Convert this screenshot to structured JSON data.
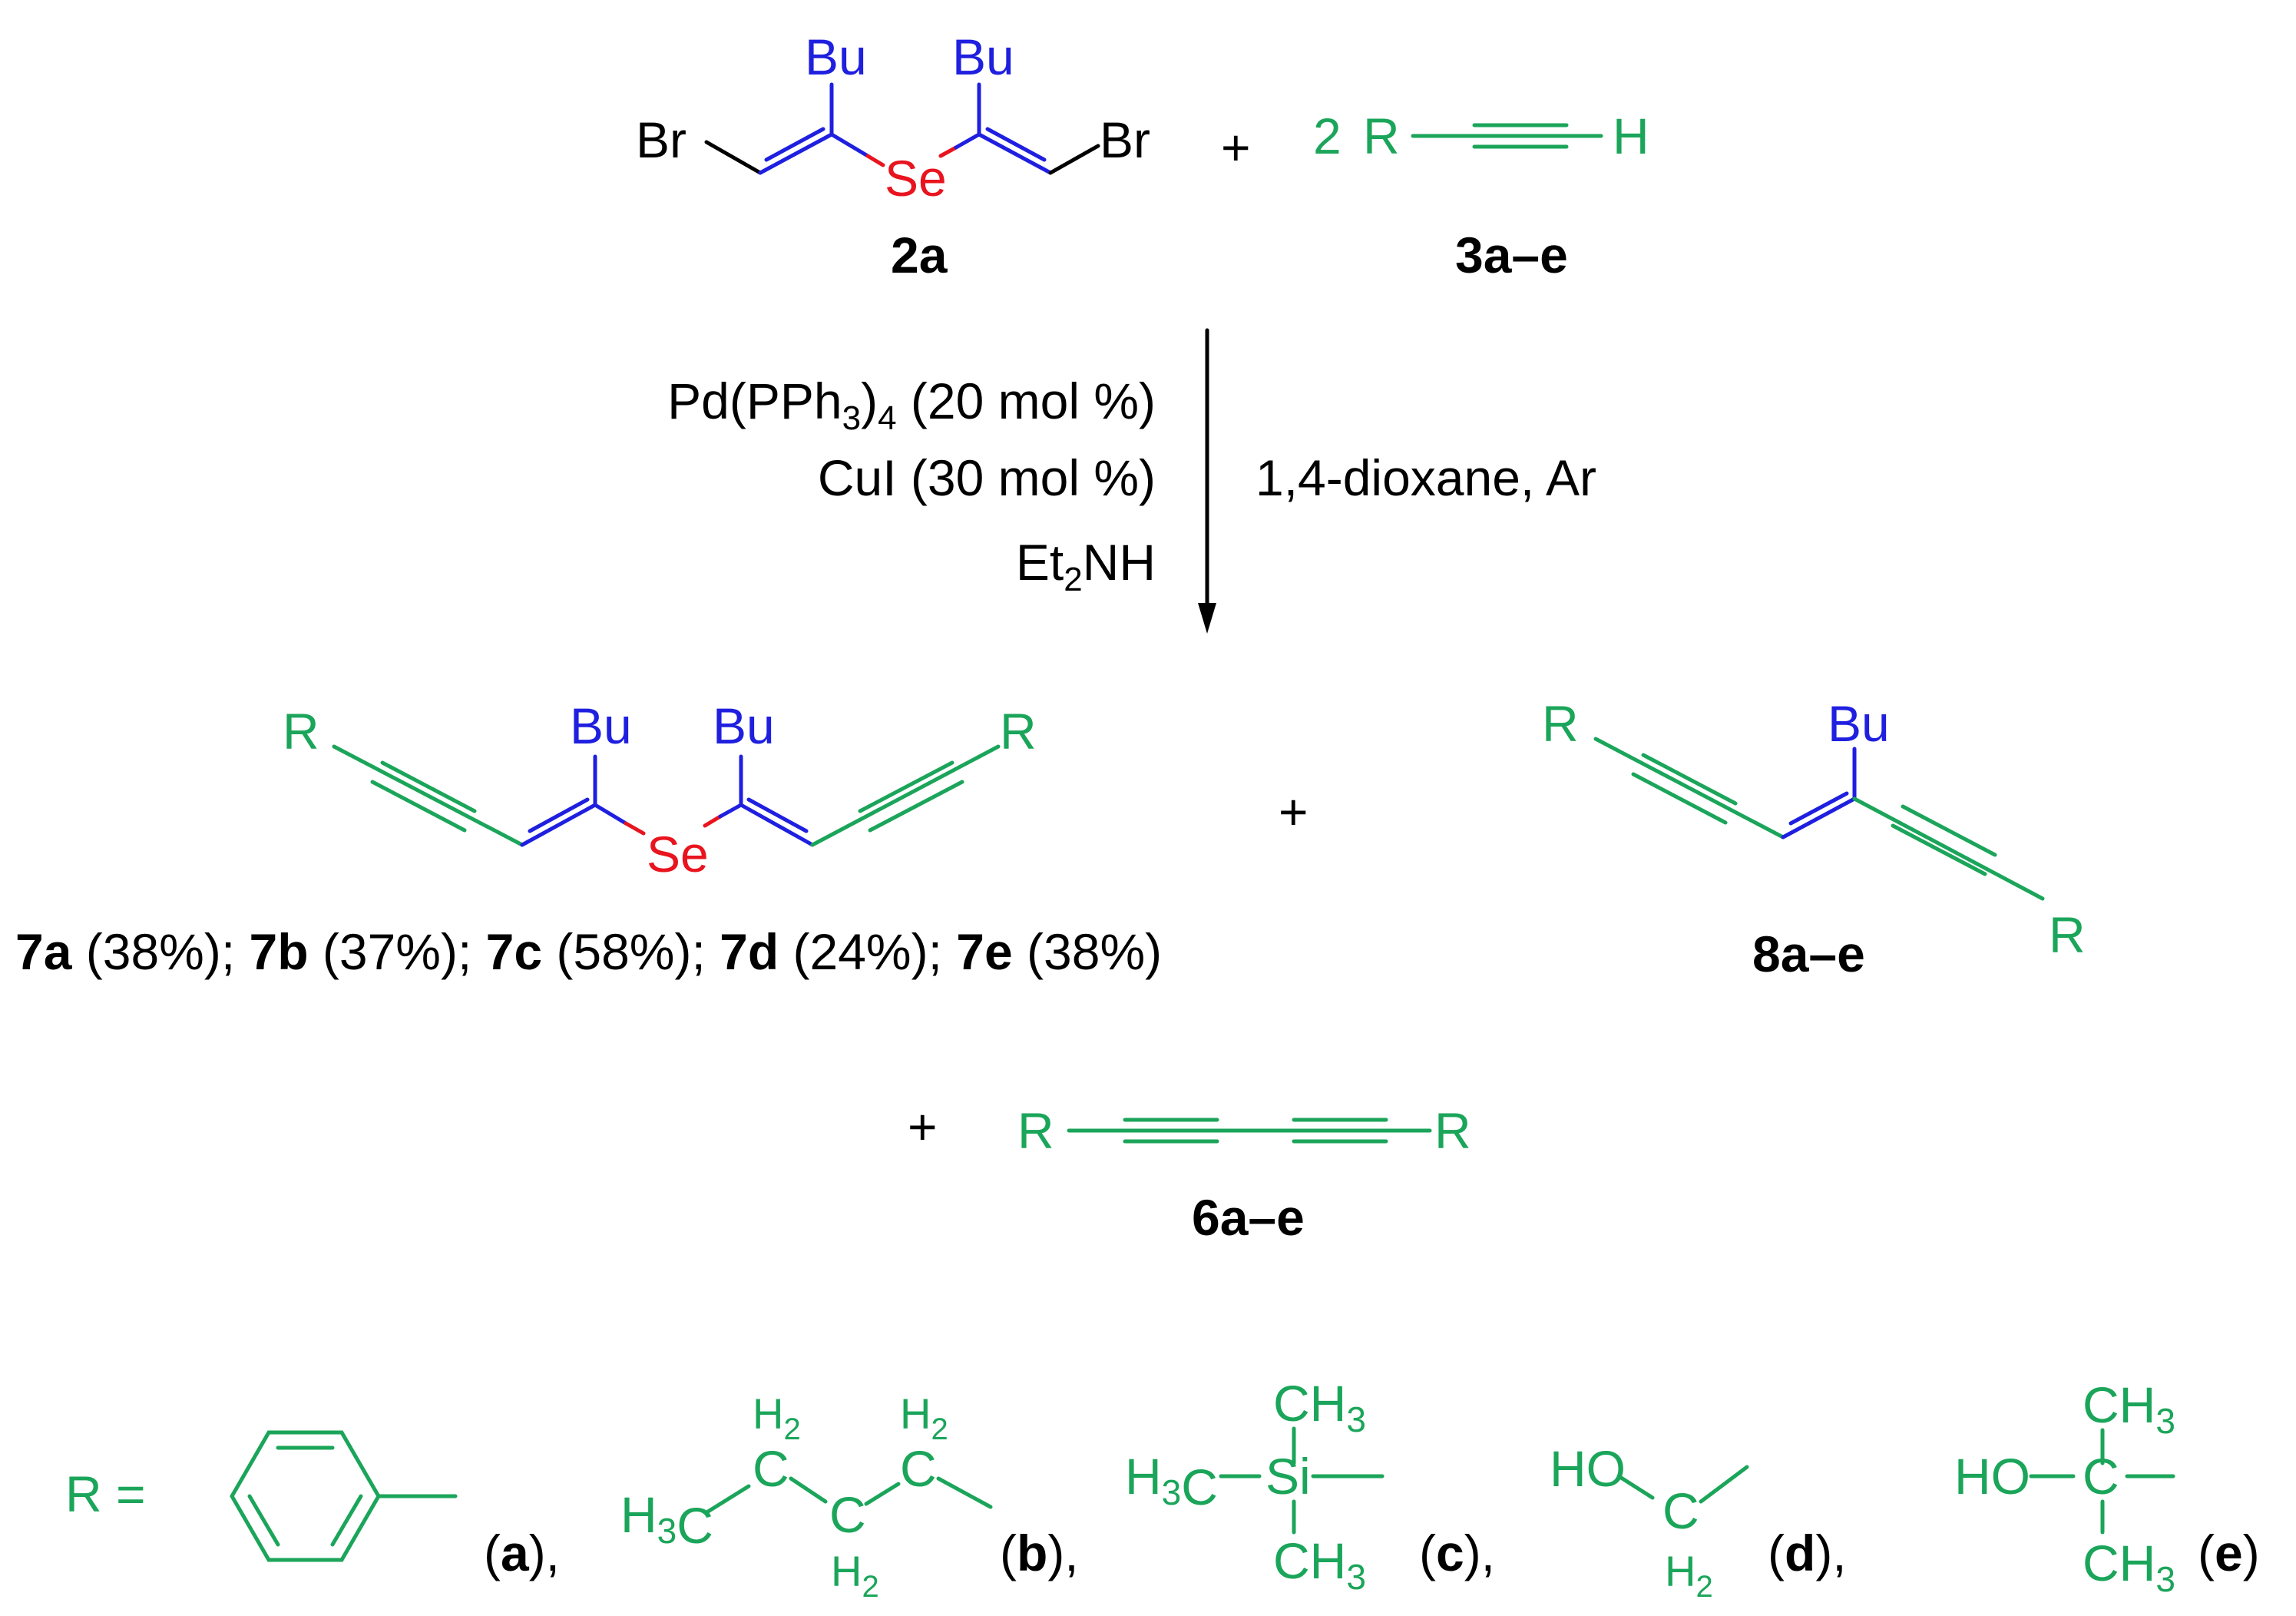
{
  "colors": {
    "substituent_green": "#1ba55a",
    "butyl_blue": "#1f1fe0",
    "selenium_red": "#e8141e",
    "text_black": "#000000"
  },
  "reactants": {
    "dibromo_selenide": {
      "bu_left": "Bu",
      "bu_right": "Bu",
      "br_left": "Br",
      "br_right": "Br",
      "se": "Se",
      "label": "2a"
    },
    "plus": "+",
    "alkyne": {
      "coefficient": "2",
      "r": "R",
      "h": "H",
      "label": "3a–e"
    }
  },
  "conditions": {
    "left": [
      "Pd(PPh3)4 (20 mol %)",
      "CuI (30 mol %)",
      "Et2NH"
    ],
    "right": "1,4-dioxane, Ar"
  },
  "products": {
    "product7": {
      "r_left": "R",
      "r_right": "R",
      "bu_left": "Bu",
      "bu_right": "Bu",
      "se": "Se",
      "yields": [
        {
          "compound": "7a",
          "yield": "(38%)"
        },
        {
          "compound": "7b",
          "yield": "(37%)"
        },
        {
          "compound": "7c",
          "yield": "(58%)"
        },
        {
          "compound": "7d",
          "yield": "(24%)"
        },
        {
          "compound": "7e",
          "yield": "(38%)"
        }
      ]
    },
    "plus1": "+",
    "product8": {
      "r_top": "R",
      "r_bottom": "R",
      "bu": "Bu",
      "label": "8a–e"
    },
    "plus2": "+",
    "product6": {
      "r_left": "R",
      "r_right": "R",
      "label": "6a–e"
    }
  },
  "r_groups": {
    "prefix": "R =",
    "a": {
      "label": "a"
    },
    "b": {
      "h2_top1": "H2",
      "h2_top2": "H2",
      "h2_bottom": "H2",
      "h3c": "H3C",
      "c1": "C",
      "c2": "C",
      "c3": "C",
      "label": "b"
    },
    "c": {
      "ch3_top": "CH3",
      "ch3_bottom": "CH3",
      "h3c": "H3C",
      "si": "Si",
      "label": "c"
    },
    "d": {
      "ho": "HO",
      "c": "C",
      "h2": "H2",
      "label": "d"
    },
    "e": {
      "ho": "HO",
      "c": "C",
      "ch3_top": "CH3",
      "ch3_bottom": "CH3",
      "label": "e"
    }
  }
}
